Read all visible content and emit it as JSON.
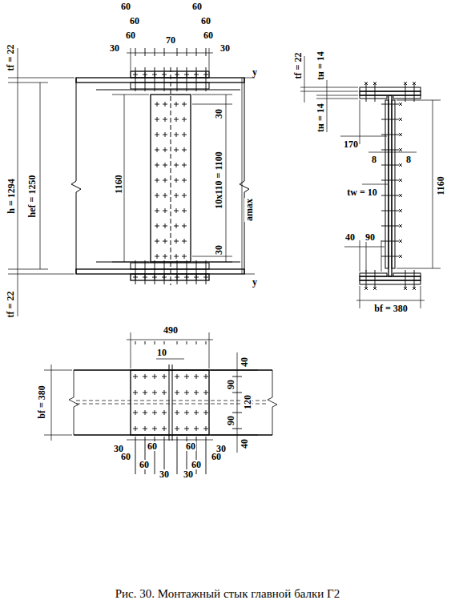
{
  "diagram": {
    "caption": "Рис. 30. Монтажный стык главной балки Г2",
    "labels": [
      "60",
      "60",
      "60",
      "60",
      "60",
      "70",
      "60",
      "30",
      "30",
      "tf = 22",
      "h = 1294",
      "hef = 1250",
      "tf = 22",
      "1160",
      "30",
      "10x110 = 1100",
      "30",
      "amax",
      "y",
      "y",
      "tf = 22",
      "tн = 14",
      "tн = 14",
      "170",
      "8",
      "8",
      "tw = 10",
      "1160",
      "90",
      "40",
      "bf = 380",
      "490",
      "10",
      "40",
      "90",
      "90",
      "120",
      "40",
      "bf = 380",
      "30",
      "60",
      "60",
      "30",
      "60",
      "60",
      "60",
      "60",
      "30",
      "30"
    ]
  }
}
